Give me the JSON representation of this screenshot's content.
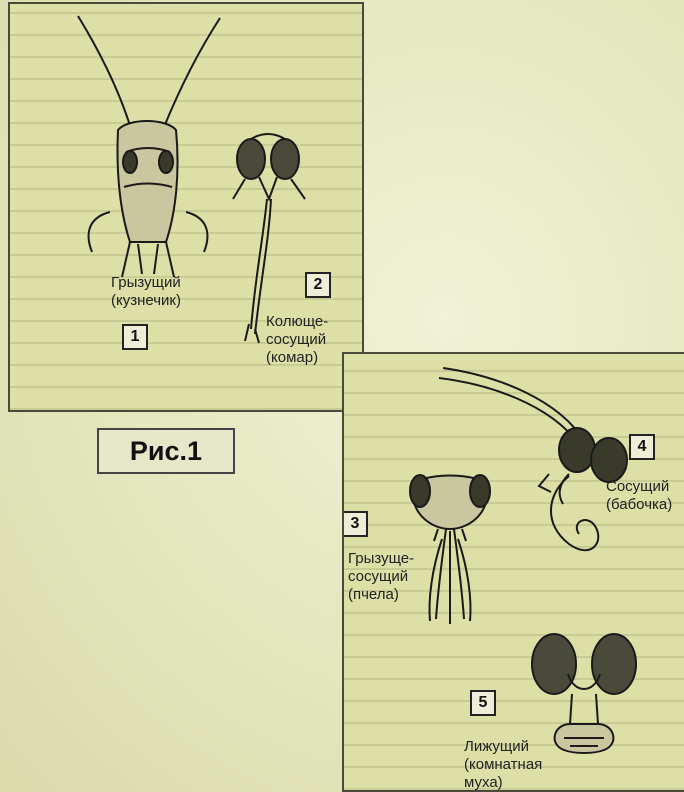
{
  "figure_label": "Рис.1",
  "panel1": {
    "items": [
      {
        "number": "1",
        "caption": [
          "Грызущий",
          "(кузнечик)"
        ],
        "icon": "grasshopper-head"
      },
      {
        "number": "2",
        "caption": [
          "Колюще-",
          "сосущий",
          "(комар)"
        ],
        "icon": "mosquito-head"
      }
    ]
  },
  "panel2": {
    "items": [
      {
        "number": "3",
        "caption": [
          "Грызуще-",
          "сосущий",
          "(пчела)"
        ],
        "icon": "bee-head"
      },
      {
        "number": "4",
        "caption": [
          "Сосущий",
          "(бабочка)"
        ],
        "icon": "butterfly-head"
      },
      {
        "number": "5",
        "caption": [
          "Лижущий",
          "(комнатная",
          "муха)"
        ],
        "icon": "housefly-head"
      }
    ]
  }
}
